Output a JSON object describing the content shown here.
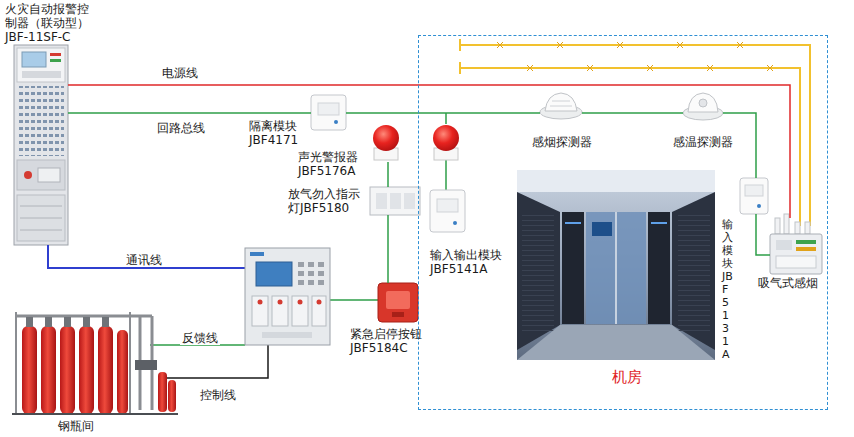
{
  "diagram": {
    "nodes": [
      {
        "text": [
          "火灾自动报警控制器（联动型）",
          "JBF-11SF-C"
        ]
      },
      {
        "text": [
          "隔离模块 JBF4171"
        ]
      },
      {
        "text": [
          "声光警报器 JBF5176A"
        ]
      },
      {
        "text": [
          "放气勿入指示灯JBF5180"
        ]
      },
      {
        "text": [
          "紧急启停按钮 JBF5184C"
        ]
      },
      {
        "text": [
          "钢瓶间"
        ]
      },
      {
        "text": [
          "机房"
        ]
      },
      {
        "text": [
          "输入输出模块 JBF5141A"
        ],
        "in": 6
      },
      {
        "text": [
          "感烟探测器"
        ],
        "in": 6
      },
      {
        "text": [
          "感温探测器"
        ],
        "in": 6
      },
      {
        "text": [
          "输入模块 JBF5131A"
        ],
        "in": 6
      },
      {
        "text": [
          "吸气式感烟"
        ],
        "in": 6
      }
    ],
    "edges": [
      {
        "from": 0,
        "to": 1,
        "label": "回路总线",
        "arrow": "none"
      },
      {
        "from": 1,
        "to": 8,
        "arrow": "none"
      },
      {
        "from": 8,
        "to": 9,
        "arrow": "none"
      },
      {
        "from": 9,
        "to": 10,
        "arrow": "none"
      },
      {
        "from": 10,
        "to": 11,
        "arrow": "none"
      },
      {
        "from": 0,
        "to": 11,
        "label": "电源线",
        "arrow": "none"
      },
      {
        "from": 2,
        "to": 3,
        "arrow": "none"
      },
      {
        "from": 3,
        "to": 4,
        "arrow": "none"
      }
    ],
    "labels": [
      "通讯线",
      "反馈线",
      "控制线"
    ]
  }
}
